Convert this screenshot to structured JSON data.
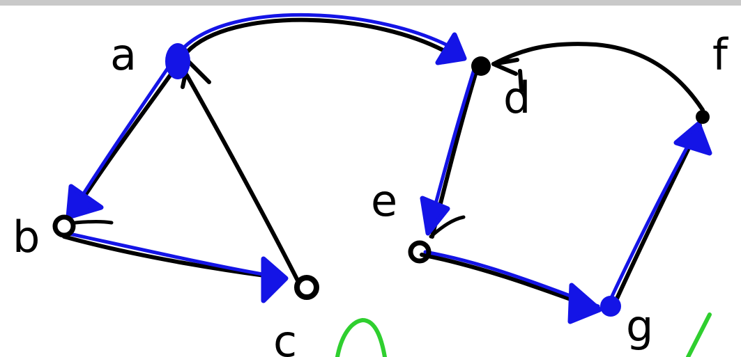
{
  "colors": {
    "ink_black": "#000000",
    "ink_blue": "#1414e6",
    "ink_green": "#2fcf2f",
    "top_bar": "#c9c9c9"
  },
  "nodes": {
    "a": "a",
    "b": "b",
    "c": "c",
    "d": "d",
    "e": "e",
    "f": "f",
    "g": "g"
  },
  "edges": [
    {
      "from": "a",
      "to": "b",
      "highlighted": true
    },
    {
      "from": "b",
      "to": "c",
      "highlighted": true
    },
    {
      "from": "c",
      "to": "a",
      "highlighted": false
    },
    {
      "from": "a",
      "to": "d",
      "highlighted": true
    },
    {
      "from": "d",
      "to": "e",
      "highlighted": true
    },
    {
      "from": "e",
      "to": "g",
      "highlighted": true
    },
    {
      "from": "g",
      "to": "f",
      "highlighted": true
    },
    {
      "from": "f",
      "to": "d",
      "highlighted": false
    }
  ]
}
